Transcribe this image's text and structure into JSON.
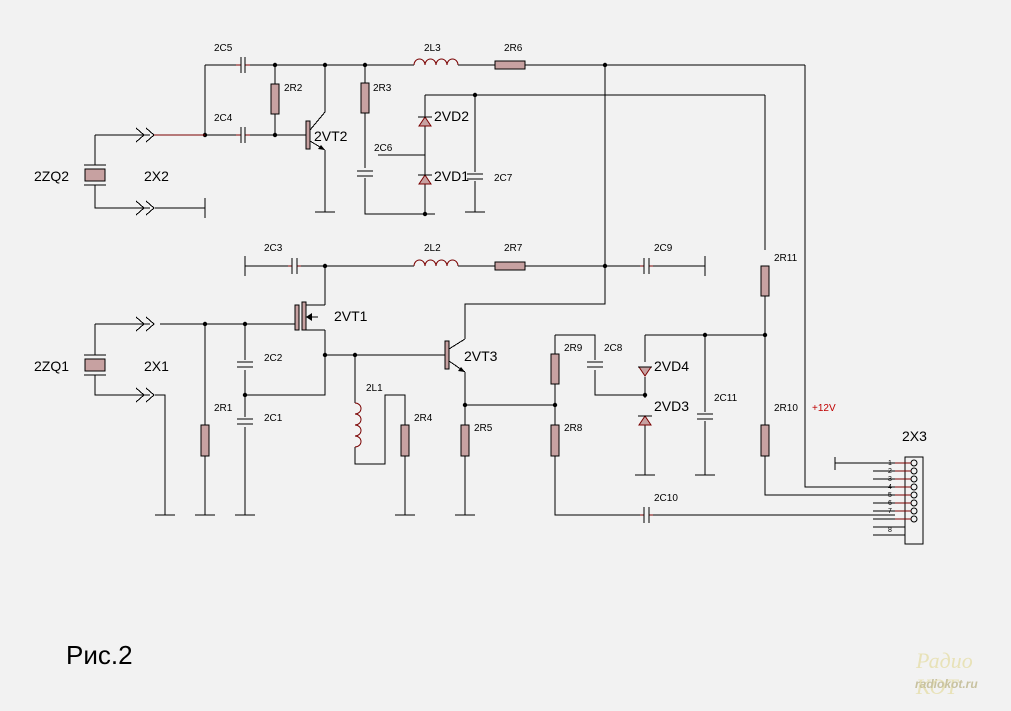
{
  "figure": {
    "caption": "Рис.2",
    "supply_label": "+12V",
    "connector": {
      "name": "2X3",
      "pins": [
        "1",
        "2",
        "3",
        "4",
        "5",
        "6",
        "7",
        "8"
      ]
    },
    "labels": {
      "c5": "2C5",
      "c4": "2C4",
      "l3": "2L3",
      "r6": "2R6",
      "r2": "2R2",
      "r3": "2R3",
      "vd2": "2VD2",
      "vt2": "2VT2",
      "c6": "2C6",
      "vd1": "2VD1",
      "c7": "2C7",
      "zq2": "2ZQ2",
      "x2": "2X2",
      "c3": "2C3",
      "l2": "2L2",
      "r7": "2R7",
      "c9": "2C9",
      "r11": "2R11",
      "vt1": "2VT1",
      "zq1": "2ZQ1",
      "x1": "2X1",
      "c2": "2C2",
      "r1": "2R1",
      "c1": "2C1",
      "l1": "2L1",
      "r4": "2R4",
      "vt3": "2VT3",
      "r5": "2R5",
      "r9": "2R9",
      "c8": "2C8",
      "vd4": "2VD4",
      "r8": "2R8",
      "vd3": "2VD3",
      "c11": "2C11",
      "r10": "2R10",
      "c10": "2C10"
    }
  },
  "watermark": {
    "line1": "Радио КОТ",
    "line2": "radiokot.ru"
  }
}
